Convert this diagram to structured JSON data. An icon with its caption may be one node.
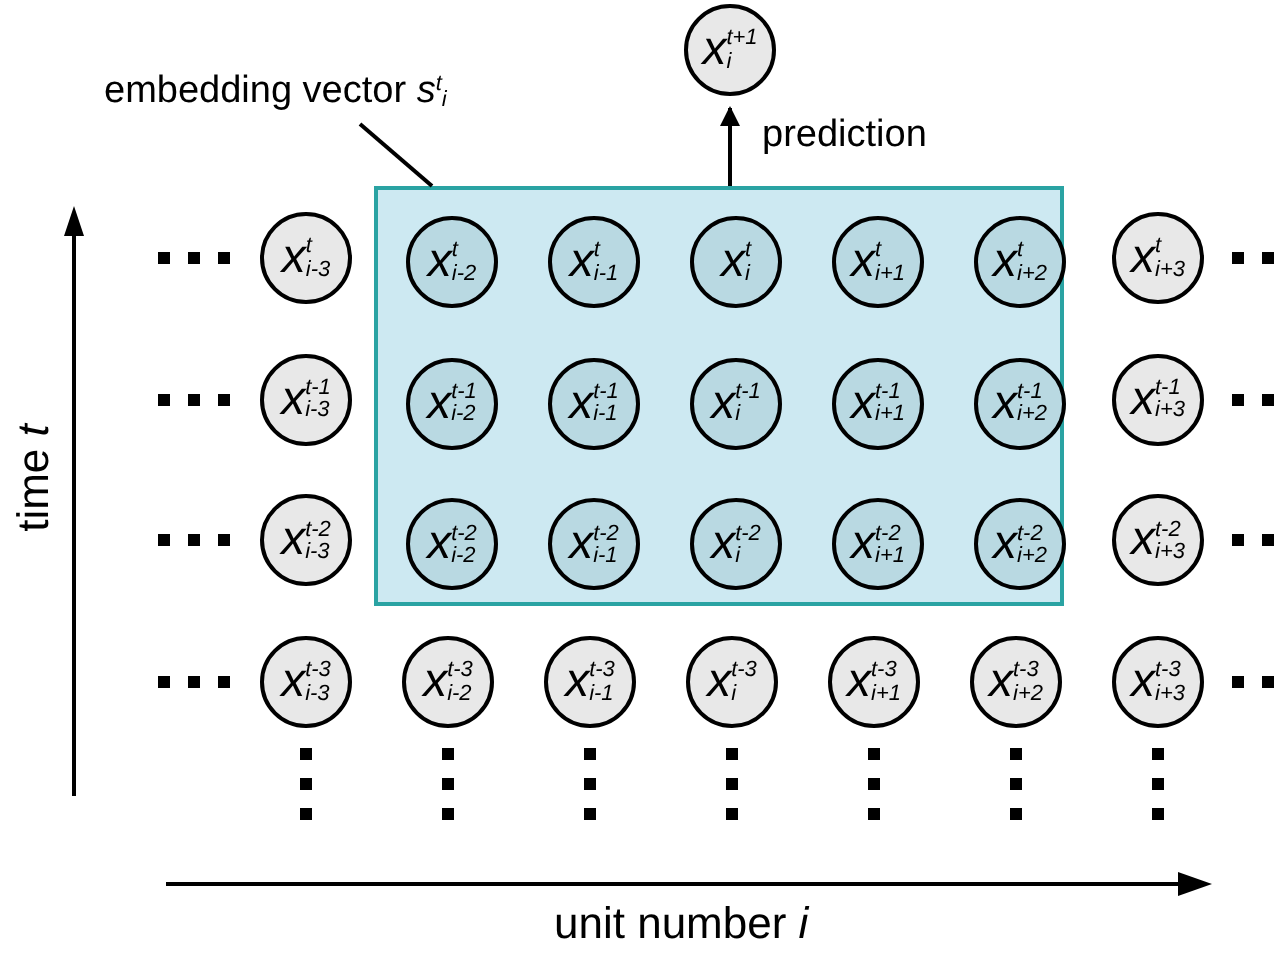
{
  "diagram": {
    "nodes": [
      {
        "text": [
          "embedding vector *s*$^{t}$$_{i}$"
        ]
      },
      {
        "text": [],
        "shape": "box"
      },
      {
        "text": [
          "*x*$^{t+1}$$_{i}$"
        ]
      },
      {
        "text": [
          "*x*$^{t}$$_{i-3}$"
        ]
      },
      {
        "text": [
          "*x*$^{t}$$_{i-2}$"
        ],
        "in": 1
      },
      {
        "text": [
          "*x*$^{t}$$_{i-1}$"
        ],
        "in": 1
      },
      {
        "text": [
          "*x*$^{t}$$_{i}$"
        ],
        "in": 1
      },
      {
        "text": [
          "*x*$^{t}$$_{i+1}$"
        ],
        "in": 1
      },
      {
        "text": [
          "*x*$^{t}$$_{i+2}$"
        ],
        "in": 1
      },
      {
        "text": [
          "*x*$^{t}$$_{i+3}$"
        ]
      },
      {
        "text": [
          "*x*$^{t-1}$$_{i-3}$"
        ]
      },
      {
        "text": [
          "*x*$^{t-1}$$_{i-2}$"
        ],
        "in": 1
      },
      {
        "text": [
          "*x*$^{t-1}$$_{i-1}$"
        ],
        "in": 1
      },
      {
        "text": [
          "*x*$^{t-1}$$_{i}$"
        ],
        "in": 1
      },
      {
        "text": [
          "*x*$^{t-1}$$_{i+1}$"
        ],
        "in": 1
      },
      {
        "text": [
          "*x*$^{t-1}$$_{i+2}$"
        ],
        "in": 1
      },
      {
        "text": [
          "*x*$^{t-1}$$_{i+3}$"
        ]
      },
      {
        "text": [
          "*x*$^{t-2}$$_{i-3}$"
        ]
      },
      {
        "text": [
          "*x*$^{t-2}$$_{i-2}$"
        ],
        "in": 1
      },
      {
        "text": [
          "*x*$^{t-2}$$_{i-1}$"
        ],
        "in": 1
      },
      {
        "text": [
          "*x*$^{t-2}$$_{i}$"
        ],
        "in": 1
      },
      {
        "text": [
          "*x*$^{t-2}$$_{i+1}$"
        ],
        "in": 1
      },
      {
        "text": [
          "*x*$^{t-2}$$_{i+2}$"
        ],
        "in": 1
      },
      {
        "text": [
          "*x*$^{t-2}$$_{i+3}$"
        ]
      },
      {
        "text": [
          "*x*$^{t-3}$$_{i-3}$"
        ]
      },
      {
        "text": [
          "*x*$^{t-3}$$_{i-2}$"
        ]
      },
      {
        "text": [
          "*x*$^{t-3}$$_{i-1}$"
        ]
      },
      {
        "text": [
          "*x*$^{t-3}$$_{i}$"
        ]
      },
      {
        "text": [
          "*x*$^{t-3}$$_{i+1}$"
        ]
      },
      {
        "text": [
          "*x*$^{t-3}$$_{i+2}$"
        ]
      },
      {
        "text": [
          "*x*$^{t-3}$$_{i+3}$"
        ]
      }
    ],
    "edges": [
      {
        "from": 0,
        "to": 1,
        "arrow": "none"
      },
      {
        "from": 1,
        "to": 2,
        "arrow": "to",
        "label": "prediction"
      }
    ],
    "labels": [
      "time *t*",
      "unit number *i*"
    ]
  }
}
